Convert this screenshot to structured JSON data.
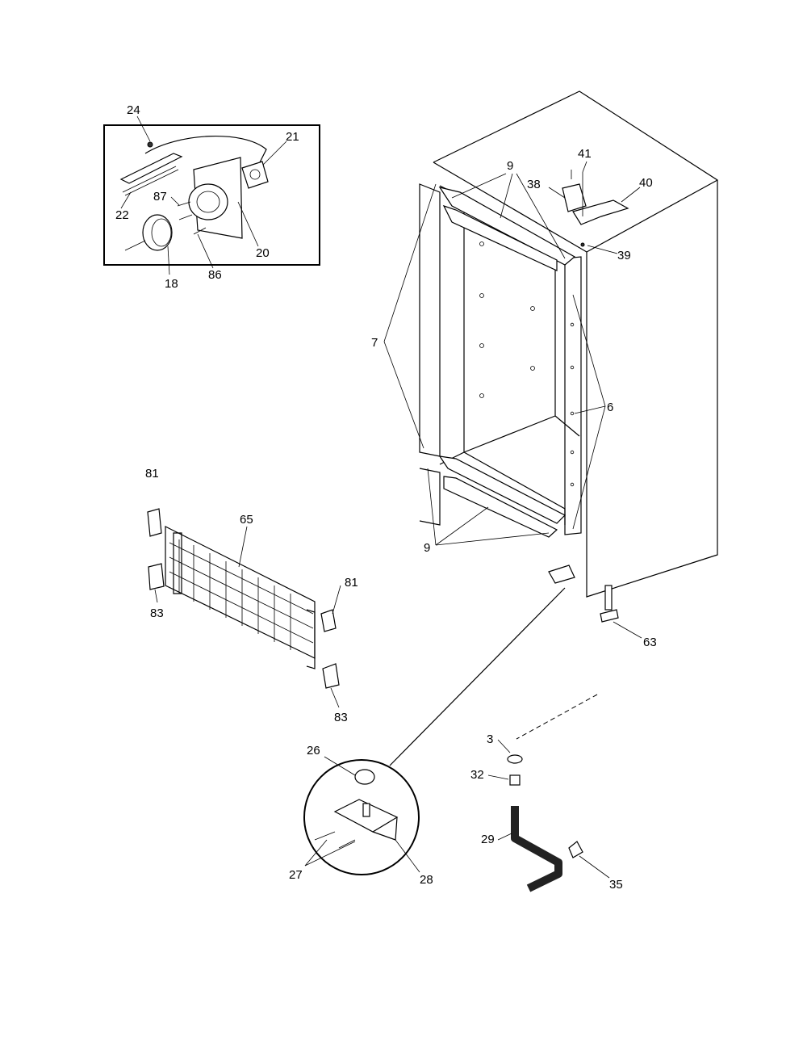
{
  "callouts": {
    "c24": "24",
    "c21": "21",
    "c22": "22",
    "c87": "87",
    "c20": "20",
    "c18": "18",
    "c86": "86",
    "c9_top": "9",
    "c41": "41",
    "c38": "38",
    "c40": "40",
    "c39": "39",
    "c7": "7",
    "c6": "6",
    "c9_bottom": "9",
    "c63": "63",
    "c81_top": "81",
    "c65": "65",
    "c81_right": "81",
    "c83_left": "83",
    "c83_bottom": "83",
    "c3": "3",
    "c32": "32",
    "c29": "29",
    "c35": "35",
    "c26": "26",
    "c27": "27",
    "c28": "28"
  }
}
